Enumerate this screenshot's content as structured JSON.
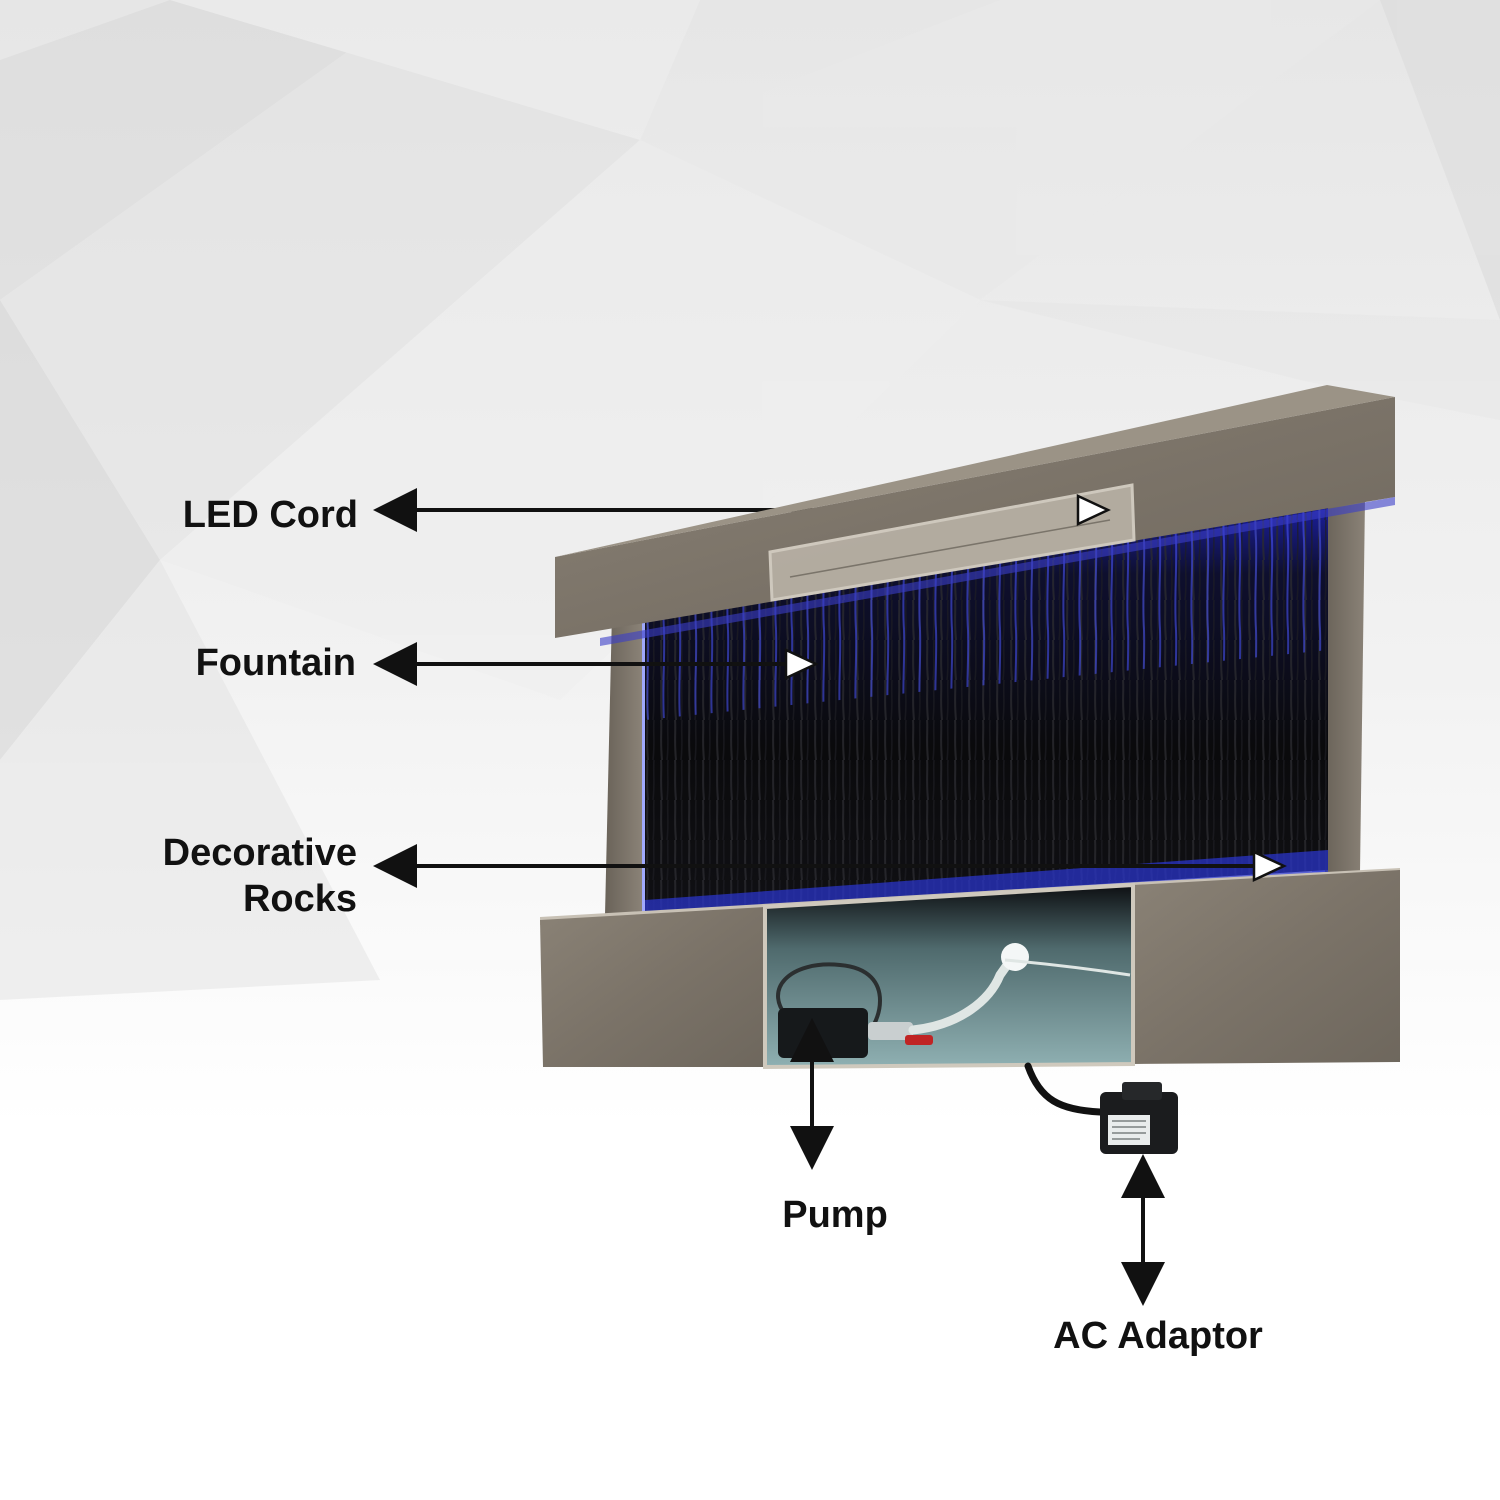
{
  "labels": {
    "led_cord": "LED Cord",
    "fountain": "Fountain",
    "rocks_line1": "Decorative",
    "rocks_line2": "Rocks",
    "pump": "Pump",
    "ac_adaptor": "AC Adaptor"
  },
  "colors": {
    "frame": "#7f776c",
    "frame_dark": "#5f584f",
    "water": "#0c0c10",
    "led_glow": "#2f3cff",
    "arrow": "#111111",
    "basin": "#6f8c8e"
  }
}
